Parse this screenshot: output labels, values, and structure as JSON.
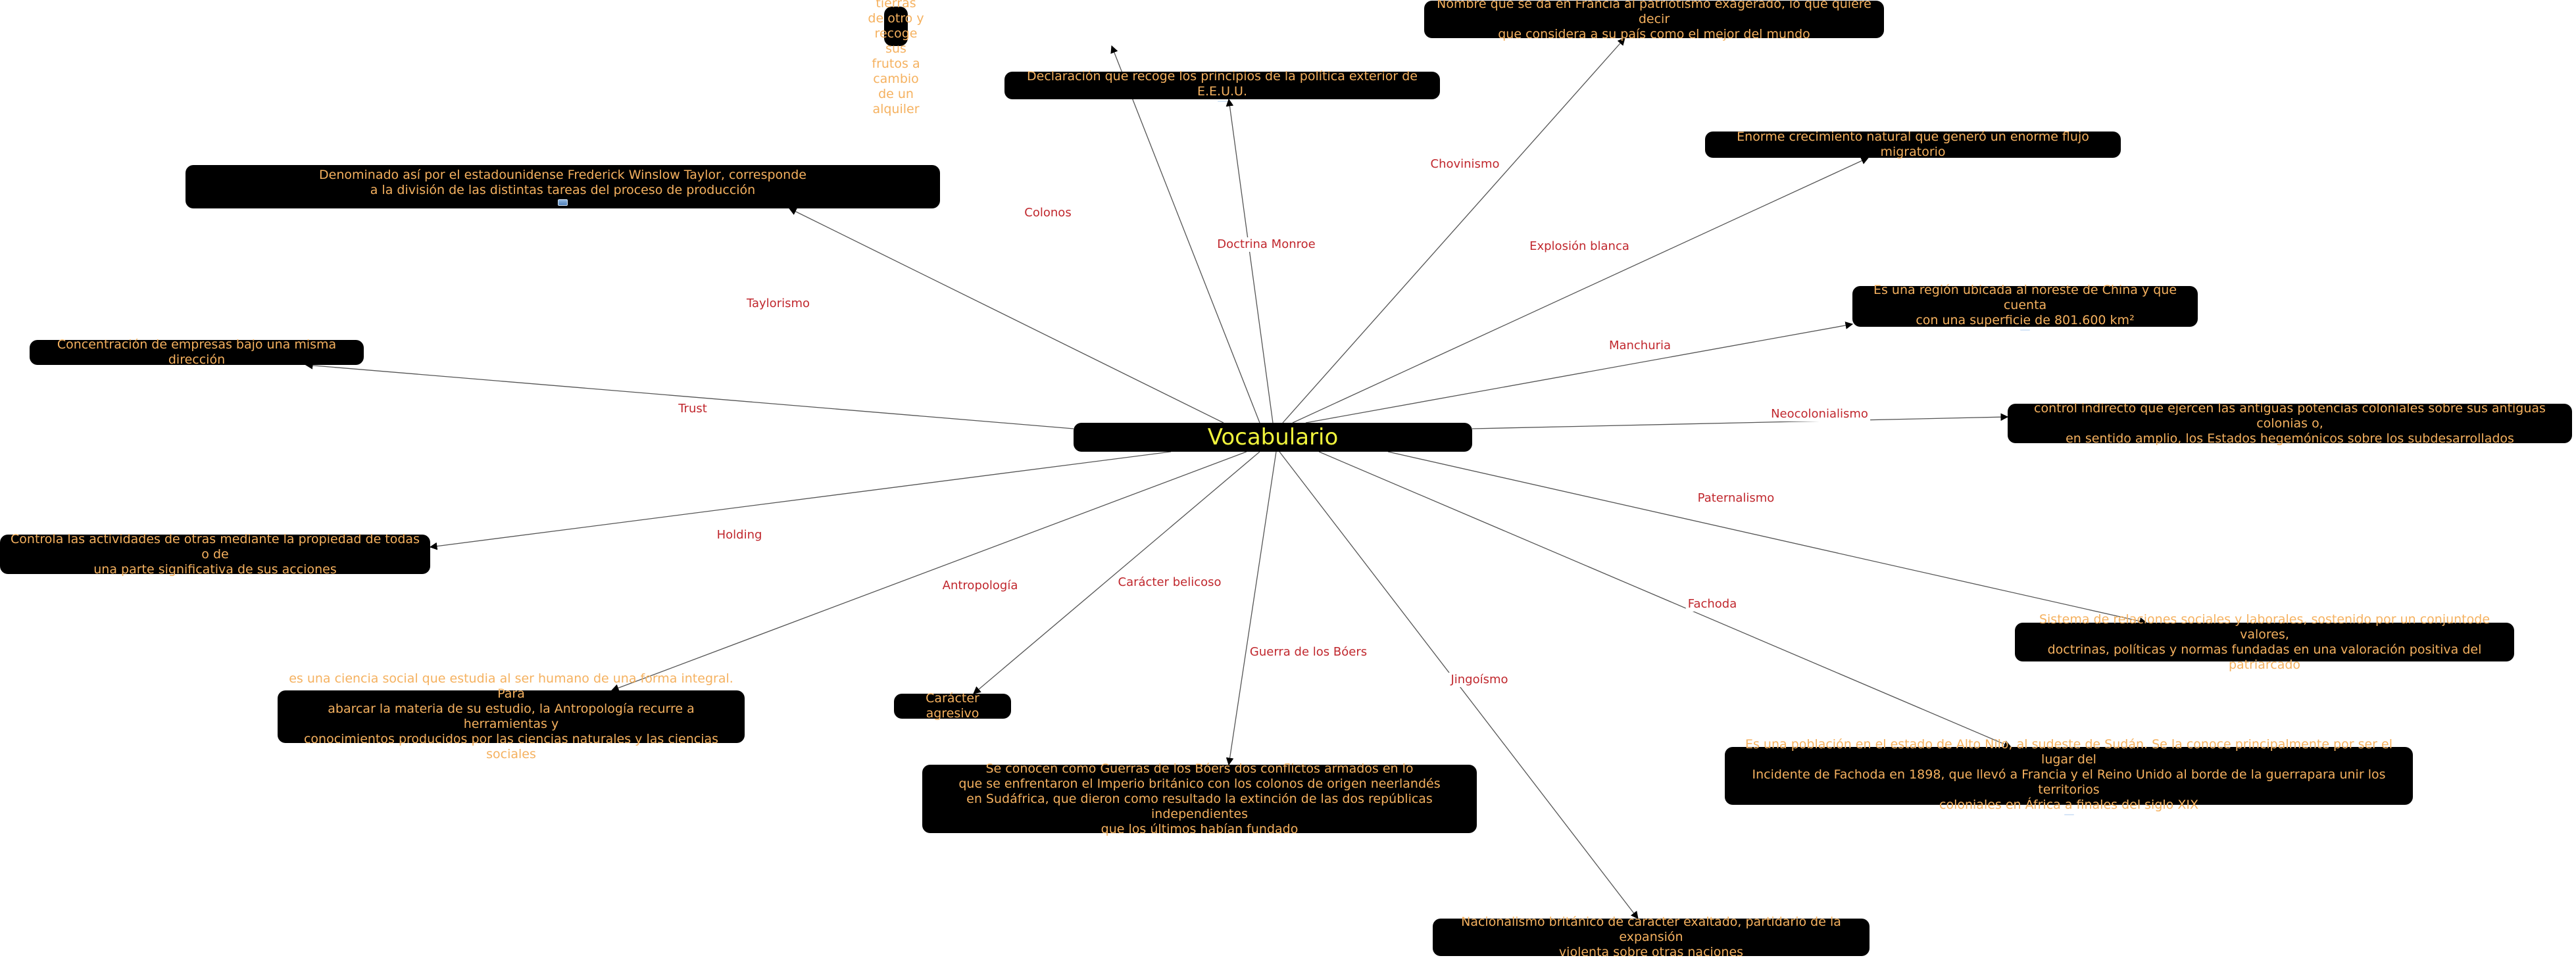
{
  "central": {
    "label": "Vocabulario"
  },
  "colors": {
    "node_bg": "#000000",
    "node_text": "#f5b15f",
    "central_text": "#f1f43c",
    "link_label": "#c0272d",
    "line": "#555555"
  },
  "concepts": [
    {
      "id": "colonos",
      "link": "Colonos",
      "text": "Labrador que cultiva las tierras de otro y recoge\nsus frutos a cambio de un alquiler",
      "icon": false
    },
    {
      "id": "monroe",
      "link": "Doctrina Monroe",
      "text": "Declaración que recoge los principios de la política exterior de E.E.U.U.",
      "icon": true
    },
    {
      "id": "chovinismo",
      "link": "Chovinismo",
      "text": "Nombre que se da en Francia al patriotismo exagerado, lo que quiere decir\nque considera a su país como el mejor del mundo",
      "icon": false
    },
    {
      "id": "explosion",
      "link": "Explosión blanca",
      "text": "Enorme crecimiento natural que generó un enorme flujo migratorio",
      "icon": false
    },
    {
      "id": "taylorismo",
      "link": "Taylorismo",
      "text": "Denominado así por el estadounidense Frederick Winslow Taylor, corresponde\na la división de las distintas tareas del proceso de producción",
      "icon": true
    },
    {
      "id": "manchuria",
      "link": "Manchuria",
      "text": "Es una región ubicada al noreste de China y que cuenta\ncon una superficie de 801.600 km²",
      "icon": true
    },
    {
      "id": "trust",
      "link": "Trust",
      "text": "Concentración de empresas bajo una misma dirección",
      "icon": false
    },
    {
      "id": "neocolonialismo",
      "link": "Neocolonialismo",
      "text": "control indirecto que ejercen las antiguas potencias coloniales sobre sus antiguas colonias o,\nen sentido amplio, los Estados hegemónicos sobre los subdesarrollados",
      "icon": false
    },
    {
      "id": "holding",
      "link": "Holding",
      "text": "Controla las actividades de otras mediante la propiedad de todas o de\nuna parte significativa de sus acciones",
      "icon": false
    },
    {
      "id": "paternalismo",
      "link": "Paternalismo",
      "text": "Sistema de relaciones sociales y laborales, sostenido por un conjuntode valores,\ndoctrinas, políticas y normas fundadas en una valoración positiva del patriarcado",
      "icon": false
    },
    {
      "id": "antropologia",
      "link": "Antropología",
      "text": "es una ciencia social que estudia al ser humano de una forma integral. Para\nabarcar la materia de su estudio, la Antropología recurre a herramientas y\nconocimientos producidos por las ciencias naturales y las ciencias sociales",
      "icon": false
    },
    {
      "id": "belicoso",
      "link": "Carácter belicoso",
      "text": "Carácter agresivo",
      "icon": false
    },
    {
      "id": "boers",
      "link": "Guerra de los Bóers",
      "text": "Se conocen como Guerras de los Bóers dos conflictos armados en lo\nque se enfrentaron el Imperio británico con los colonos de origen neerlandés\nen Sudáfrica, que dieron como resultado la extinción de las dos repúblicas independientes\nque los últimos habían fundado",
      "icon": false
    },
    {
      "id": "jingoismo",
      "link": "Jingoísmo",
      "text": "Nacionalismo británico de caracter exaltado, partidario de la expansión\nviolenta sobre otras naciones",
      "icon": false
    },
    {
      "id": "fachoda",
      "link": "Fachoda",
      "text": "Es una población en el estado de Alto Nilo, al sudeste de Sudán. Se la conoce principalmente por ser el lugar del\nIncidente de Fachoda en 1898, que llevó a Francia y el Reino Unido al borde de la guerrapara unir los territorios\ncoloniales en África a finales del siglo XIX",
      "icon": true
    }
  ]
}
